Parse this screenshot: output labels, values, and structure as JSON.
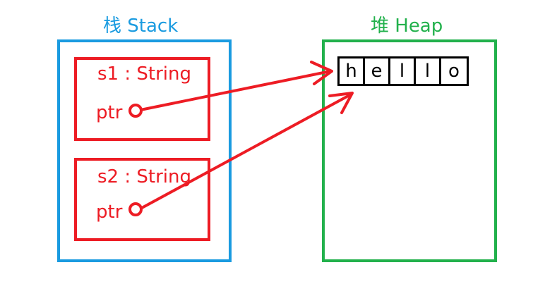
{
  "stack": {
    "title": "栈 Stack",
    "variables": [
      {
        "name": "s1 : String",
        "field": "ptr"
      },
      {
        "name": "s2 : String",
        "field": "ptr"
      }
    ]
  },
  "heap": {
    "title": "堆 Heap",
    "chars": [
      "h",
      "e",
      "l",
      "l",
      "o"
    ]
  },
  "colors": {
    "stack": "#1a9be0",
    "heap": "#22b14c",
    "pointer": "#ed1c24",
    "cell": "#000000"
  }
}
